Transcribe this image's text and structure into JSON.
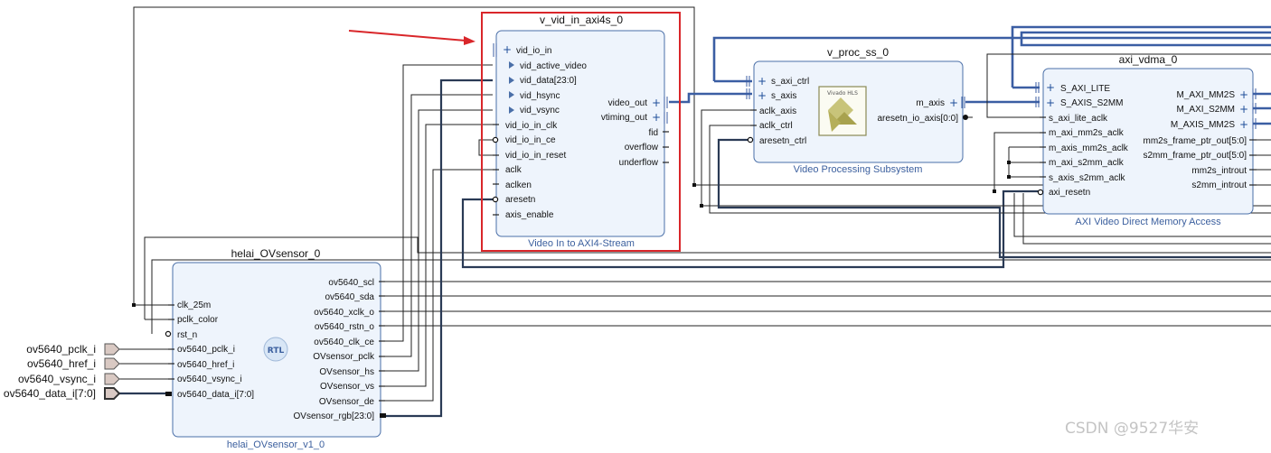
{
  "blocks": {
    "vid_in": {
      "instance": "v_vid_in_axi4s_0",
      "subtitle": "Video In to AXI4-Stream",
      "left_ports": [
        "vid_io_in",
        "vid_active_video",
        "vid_data[23:0]",
        "vid_hsync",
        "vid_vsync",
        "vid_io_in_clk",
        "vid_io_in_ce",
        "vid_io_in_reset",
        "aclk",
        "aclken",
        "aresetn",
        "axis_enable"
      ],
      "right_ports": [
        "video_out",
        "vtiming_out",
        "fid",
        "overflow",
        "underflow"
      ]
    },
    "vproc": {
      "instance": "v_proc_ss_0",
      "subtitle": "Video Processing Subsystem",
      "left_ports": [
        "s_axi_ctrl",
        "s_axis",
        "aclk_axis",
        "aclk_ctrl",
        "aresetn_ctrl"
      ],
      "right_ports": [
        "m_axis",
        "aresetn_io_axis[0:0]"
      ],
      "logo_text": "Vivado HLS"
    },
    "vdma": {
      "instance": "axi_vdma_0",
      "subtitle": "AXI Video Direct Memory Access",
      "left_ports": [
        "S_AXI_LITE",
        "S_AXIS_S2MM",
        "s_axi_lite_aclk",
        "m_axi_mm2s_aclk",
        "m_axis_mm2s_aclk",
        "m_axi_s2mm_aclk",
        "s_axis_s2mm_aclk",
        "axi_resetn"
      ],
      "right_ports": [
        "M_AXI_MM2S",
        "M_AXI_S2MM",
        "M_AXIS_MM2S",
        "mm2s_frame_ptr_out[5:0]",
        "s2mm_frame_ptr_out[5:0]",
        "mm2s_introut",
        "s2mm_introut"
      ]
    },
    "ovsensor": {
      "instance": "helai_OVsensor_0",
      "subtitle": "helai_OVsensor_v1_0",
      "left_ports": [
        "clk_25m",
        "pclk_color",
        "rst_n",
        "ov5640_pclk_i",
        "ov5640_href_i",
        "ov5640_vsync_i",
        "ov5640_data_i[7:0]"
      ],
      "right_ports": [
        "ov5640_scl",
        "ov5640_sda",
        "ov5640_xclk_o",
        "ov5640_rstn_o",
        "ov5640_clk_ce",
        "OVsensor_pclk",
        "OVsensor_hs",
        "OVsensor_vs",
        "OVsensor_de",
        "OVsensor_rgb[23:0]"
      ],
      "badge": "RTL"
    }
  },
  "external_ports": [
    "ov5640_pclk_i",
    "ov5640_href_i",
    "ov5640_vsync_i",
    "ov5640_data_i[7:0]"
  ],
  "watermark": "CSDN @9527华安",
  "colors": {
    "highlight": "#d9262a",
    "block_fill": "#eef4fc",
    "block_border": "#4a6fa8",
    "bus": "#3b5ea3",
    "subtitle": "#3b5f9e"
  }
}
